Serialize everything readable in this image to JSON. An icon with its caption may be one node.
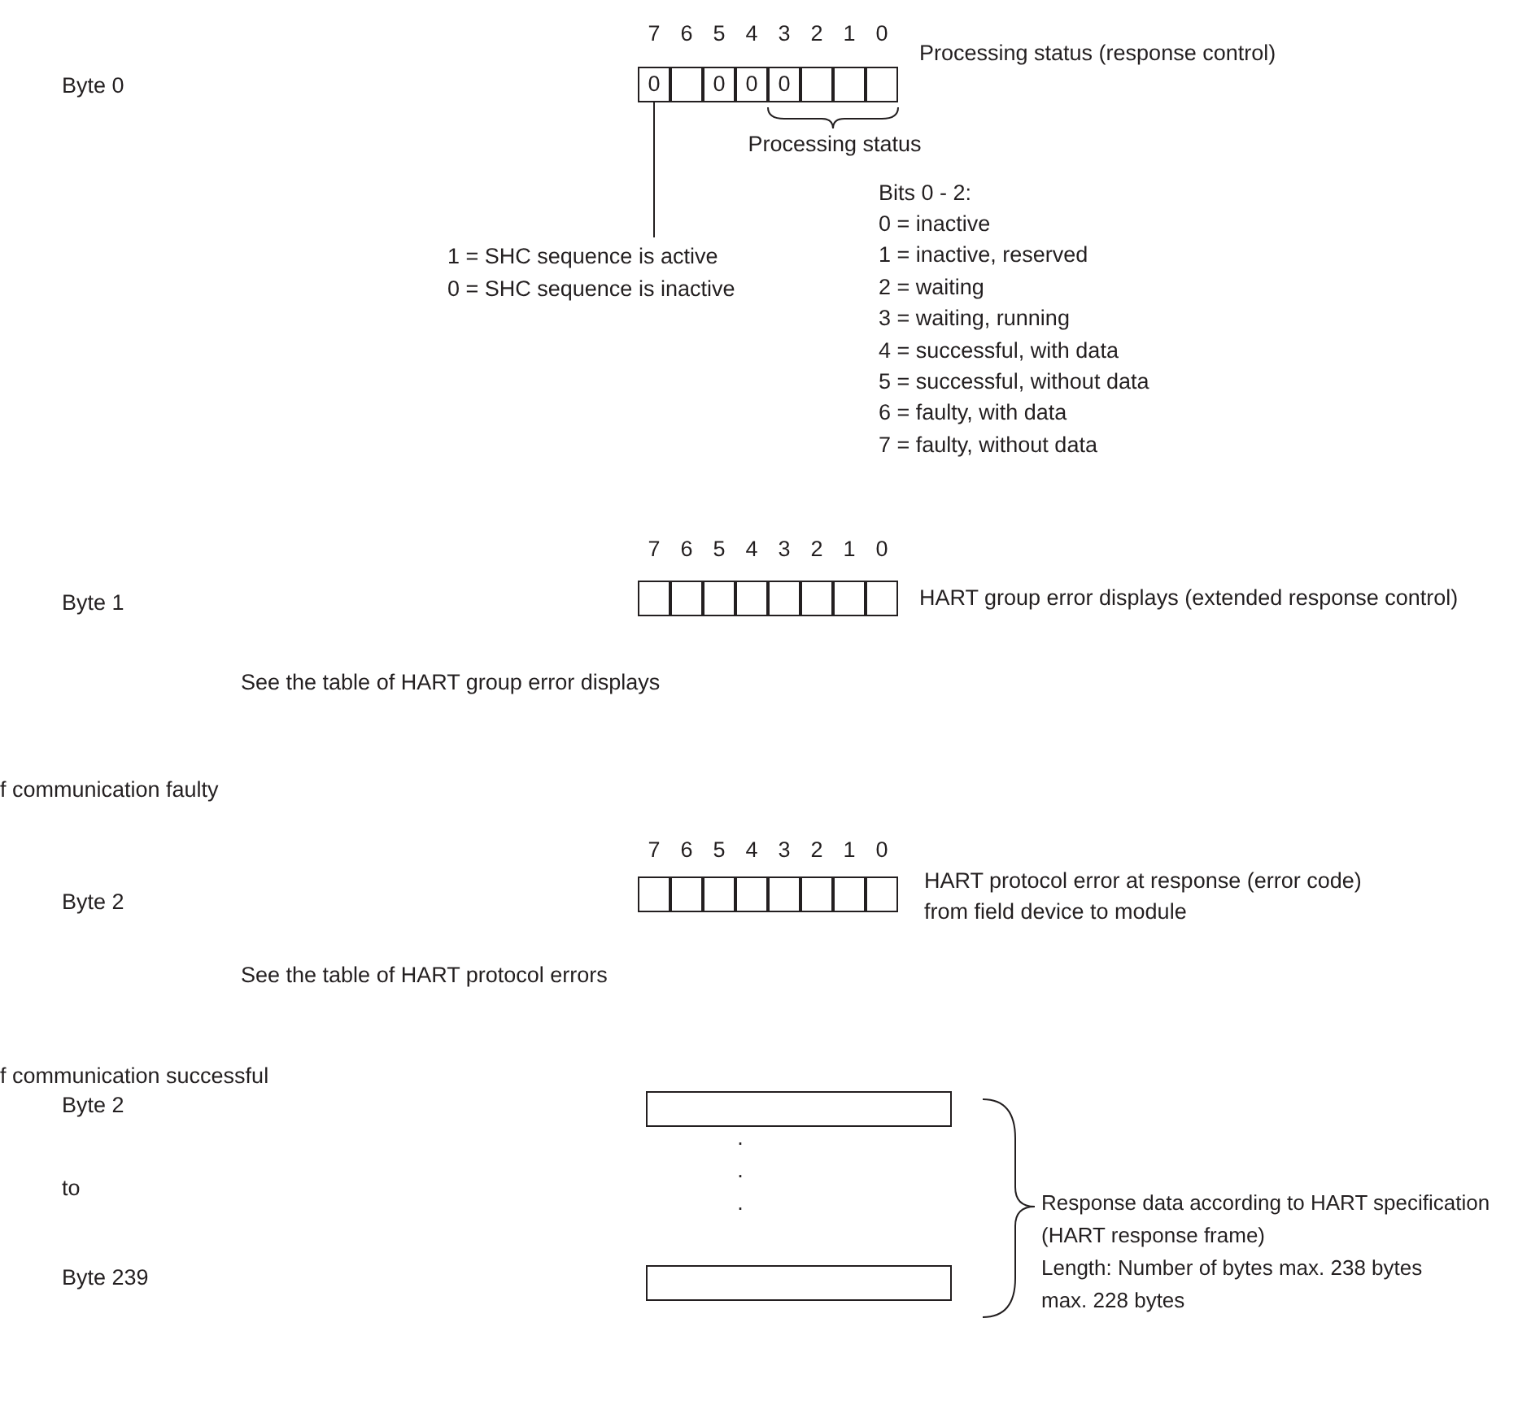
{
  "diagram": {
    "nodes": [
      {
        "text": [
          "0"
        ]
      },
      {
        "text": [],
        "shape": "box"
      },
      {
        "text": [
          "0"
        ]
      },
      {
        "text": [
          "0"
        ]
      },
      {
        "text": [
          "0"
        ]
      },
      {
        "text": [],
        "shape": "box"
      },
      {
        "text": [],
        "shape": "box"
      },
      {
        "text": [],
        "shape": "box"
      },
      {
        "text": [
          "1 = SHC sequence is active",
          "0 = SHC sequence is inactive"
        ]
      },
      {
        "text": [],
        "shape": "box"
      },
      {
        "text": [],
        "shape": "box"
      },
      {
        "text": [],
        "shape": "box"
      },
      {
        "text": [],
        "shape": "box"
      },
      {
        "text": [],
        "shape": "box"
      },
      {
        "text": [],
        "shape": "box"
      },
      {
        "text": [],
        "shape": "box"
      },
      {
        "text": [],
        "shape": "box"
      },
      {
        "text": [],
        "shape": "box"
      },
      {
        "text": [],
        "shape": "box"
      },
      {
        "text": [],
        "shape": "box"
      },
      {
        "text": [],
        "shape": "box"
      },
      {
        "text": [],
        "shape": "box"
      },
      {
        "text": [],
        "shape": "box"
      },
      {
        "text": [],
        "shape": "box"
      },
      {
        "text": [],
        "shape": "box"
      },
      {
        "text": [],
        "shape": "box"
      },
      {
        "text": [],
        "shape": "box"
      }
    ],
    "edges": [
      {
        "from": 8,
        "to": 0,
        "arrow": "none"
      }
    ],
    "labels": [
      "7",
      "6",
      "5",
      "4",
      "3",
      "2",
      "1",
      "0",
      "Byte 0",
      "Processing status (response control)",
      "Processing status",
      "Bits 0 - 2:",
      "0 = inactive",
      "1 = inactive, reserved",
      "2 = waiting",
      "3 = waiting, running",
      "4 = successful, with data",
      "5 = successful, without data",
      "6 = faulty, with data",
      "7 = faulty, without data",
      "7",
      "6",
      "5",
      "4",
      "3",
      "2",
      "1",
      "0",
      "Byte 1",
      "HART group error displays (extended response control)",
      "See the table of HART group error displays",
      "f communication faulty",
      "7",
      "6",
      "5",
      "4",
      "3",
      "2",
      "1",
      "0",
      "Byte 2",
      "HART protocol error at response (error code) from field device to module",
      "See the table of HART protocol errors",
      "f communication successful",
      "Byte 2",
      ".",
      ".",
      ".",
      "to",
      "Byte 239",
      "Response data according to HART specification",
      "(HART response frame)",
      "Length: Number of bytes max. 238 bytes",
      "max. 228 bytes"
    ]
  }
}
